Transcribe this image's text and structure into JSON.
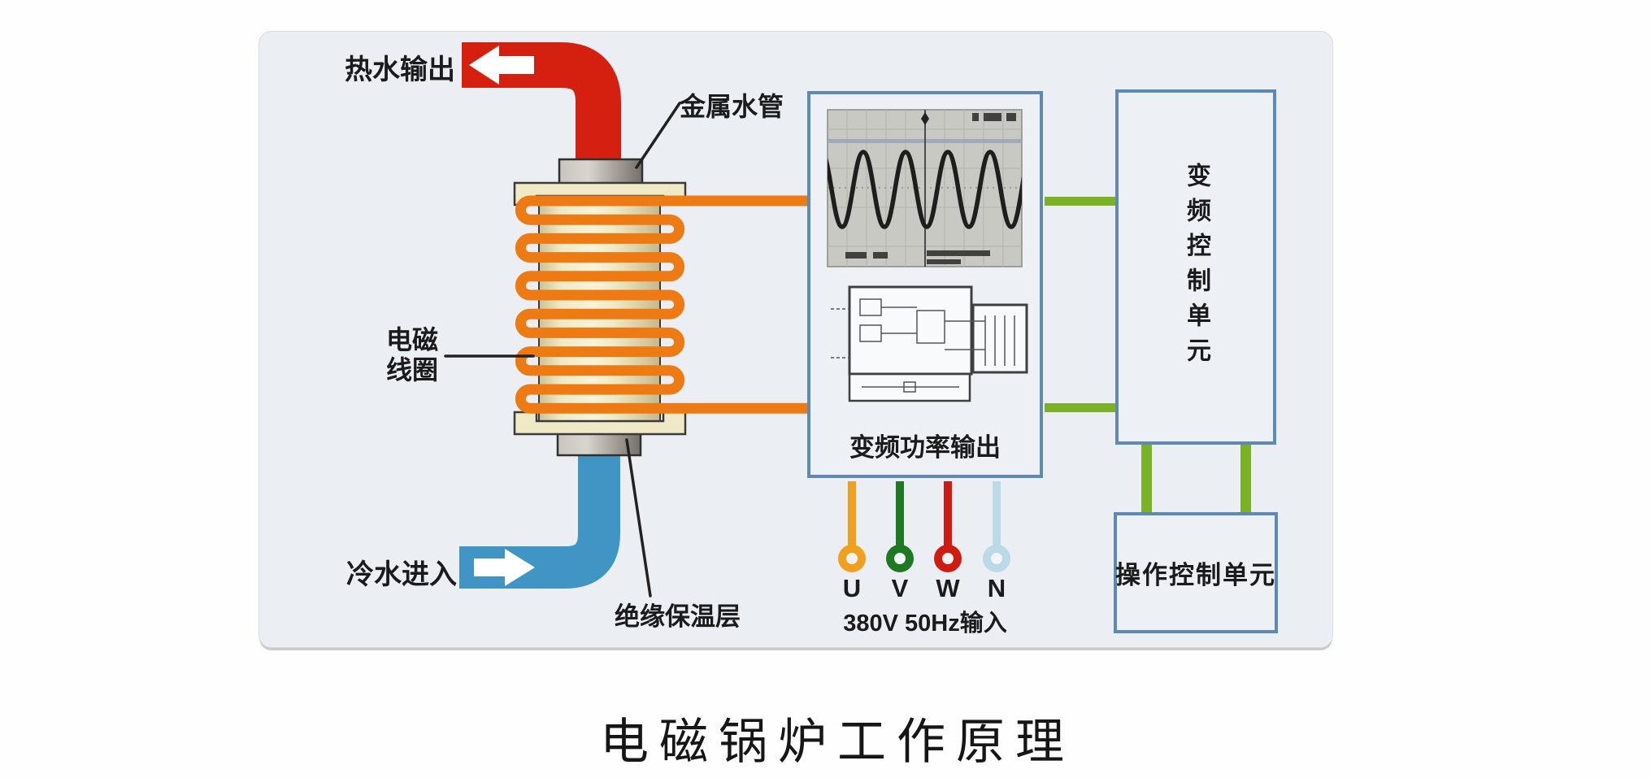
{
  "title": "电磁锅炉工作原理",
  "callouts": {
    "hot_water": "热水输出",
    "metal_pipe": "金属水管",
    "coil_line1": "电磁",
    "coil_line2": "线圈",
    "cold_water": "冷水进入",
    "insulation": "绝缘保温层"
  },
  "boxes": {
    "power_output_label": "变频功率输出",
    "inverter_control_label": "变频控制单元",
    "operation_control_label": "操作控制单元"
  },
  "power_input": {
    "label": "380V 50Hz输入",
    "terminals": [
      {
        "label": "U",
        "color": "#f0a01c"
      },
      {
        "label": "V",
        "color": "#1e7a22"
      },
      {
        "label": "W",
        "color": "#cf1b10"
      },
      {
        "label": "N",
        "color": "#bcd9e8"
      }
    ]
  },
  "icons": {
    "hot_flow_arrow": "flow-arrow-left",
    "cold_flow_arrow": "flow-arrow-right"
  },
  "colors": {
    "hot_pipe": "#d6200f",
    "cold_pipe": "#4095c4",
    "coil_wire": "#ee7a14",
    "connector_green": "#7ab226",
    "box_border": "#5d89b4",
    "panel_bg": "#ebeef3",
    "cylinder_cream": "#efe9c6",
    "metal_gray": "#a9a59d"
  }
}
